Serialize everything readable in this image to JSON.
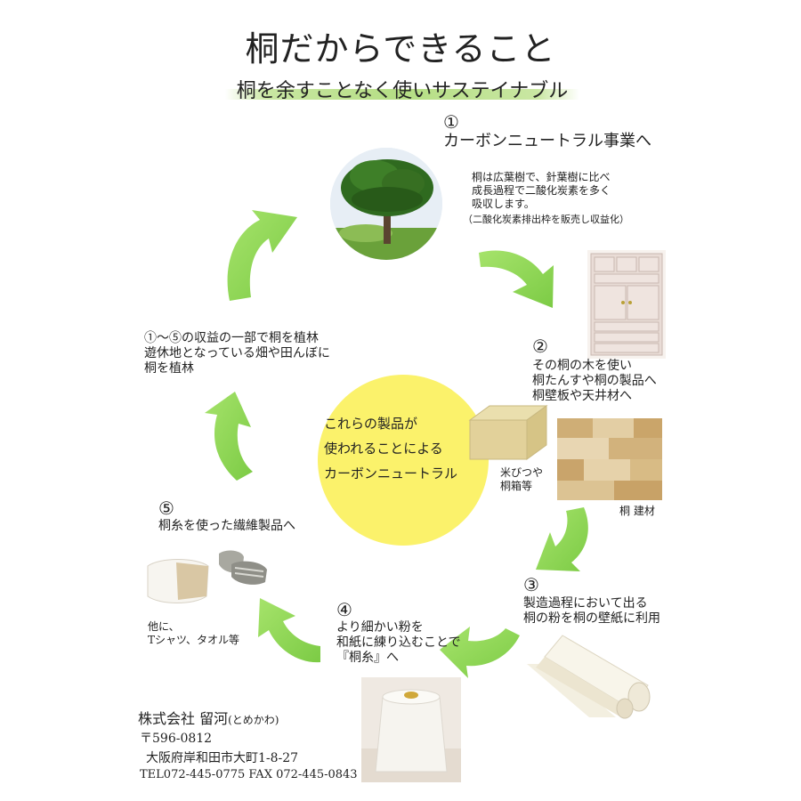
{
  "title": "桐だからできること",
  "subtitle": "桐を余すことなく使いサステイナブル",
  "step1": {
    "num": "①",
    "heading": "カーボンニュートラル事業へ",
    "body": "桐は広葉樹で、針葉樹に比べ\n成長過程で二酸化炭素を多く\n吸収します。",
    "note": "（二酸化炭素排出枠を販売し収益化）"
  },
  "step2": {
    "num": "②",
    "body": "その桐の木を使い\n桐たんすや桐の製品へ\n桐壁板や天井材へ",
    "box_caption": "米びつや\n桐箱等",
    "floor_caption": "桐 建材"
  },
  "step3": {
    "num": "③",
    "body": "製造過程において出る\n桐の粉を桐の壁紙に利用"
  },
  "step4": {
    "num": "④",
    "body": "より細かい粉を\n和紙に練り込むことで\n『桐糸』へ"
  },
  "step5": {
    "num": "⑤",
    "body": "桐糸を使った繊維製品へ",
    "other": "他に、\nTシャツ、タオル等"
  },
  "step6": {
    "body": "①～⑤の収益の一部で桐を植林\n遊休地となっている畑や田んぼに\n桐を植林"
  },
  "center": {
    "text": "これらの製品が\n使われることによる\nカーボンニュートラル"
  },
  "company": {
    "name": "株式会社 留河",
    "reading": "(とめかわ)",
    "postal": "〒596-0812",
    "address": "大阪府岸和田市大町1-8-27",
    "phone": "TEL072-445-0775  FAX 072-445-0843"
  },
  "colors": {
    "arrow": "#8fd653",
    "center_circle": "#fbf26b",
    "subtitle_highlight": "#b5de84"
  }
}
